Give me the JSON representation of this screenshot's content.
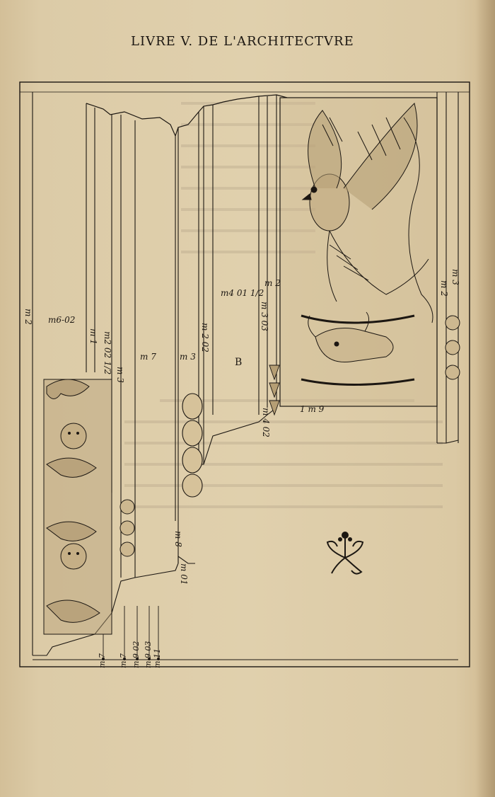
{
  "header": {
    "running_head": "LIVRE V. DE L'ARCHITECTVRE"
  },
  "plate": {
    "labels": {
      "m2_left": "m 2",
      "m6_02": "m6-02",
      "m1": "m 1",
      "m2_02": "m2 02",
      "half": "1/2",
      "m3_o": "m 3",
      "m7": "m 7",
      "m3": "m 3",
      "m2_02_b": "m 2 02",
      "m4_01": "m4 01 1/2",
      "b": "B",
      "m2_top": "m 2",
      "m3_03": "m 3 03",
      "m4_02": "m 4 02",
      "m9": "1 m 9",
      "m2_right": "m 2",
      "m3_right": "m 3",
      "m8": "m 8",
      "m1_01": "m 01",
      "b_m7a": "m 7",
      "b_m7b": "m 7",
      "b_m9_02": "m 9 02",
      "b_m9_03": "m 9 03",
      "b_m11": "m 11"
    }
  },
  "colors": {
    "paper": "#e0d0ad",
    "ink": "#1c1712",
    "bleed": "#8a7a62"
  },
  "icons": {
    "fleuron": "printer-fleuron-icon"
  }
}
